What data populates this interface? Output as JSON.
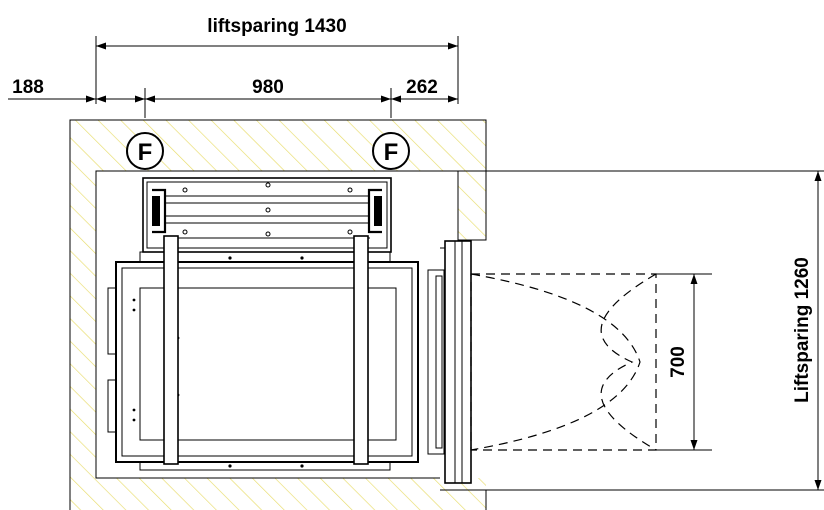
{
  "dimensions": {
    "top_width": "liftsparing 1430",
    "left_offset": "188",
    "door_width": "980",
    "right_offset": "262",
    "side_height": "Liftsparing 1260",
    "door_opening": "700"
  },
  "markers": {
    "left": "F",
    "right": "F"
  },
  "colors": {
    "hatch": "#e8dc6a",
    "line": "#000000"
  }
}
